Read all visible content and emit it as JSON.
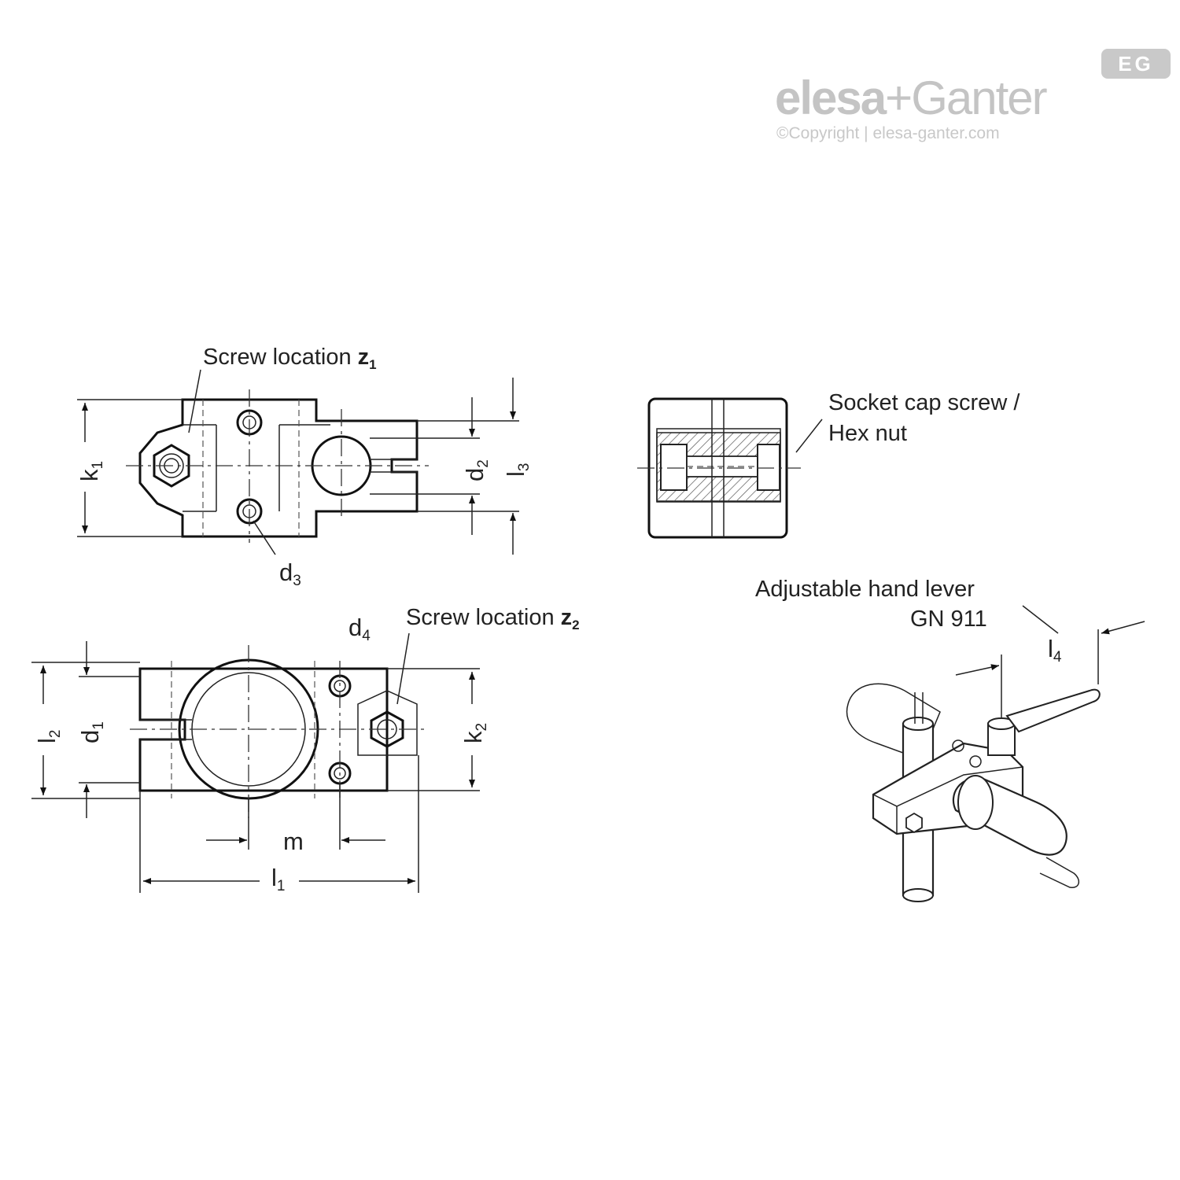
{
  "brand": {
    "badge": "EG",
    "name_part1": "elesa",
    "name_plus": "+",
    "name_part2": "Ganter",
    "copyright": "©Copyright | elesa-ganter.com"
  },
  "labels": {
    "screw_location_z1": "Screw location",
    "z1_var": "z",
    "z1_sub": "1",
    "screw_location_z2": "Screw location",
    "z2_var": "z",
    "z2_sub": "2",
    "socket_cap_line1": "Socket cap screw /",
    "socket_cap_line2": "Hex nut",
    "hand_lever_line1": "Adjustable hand lever",
    "hand_lever_line2": "GN 911"
  },
  "dimensions": {
    "k1": {
      "base": "k",
      "sub": "1"
    },
    "k2": {
      "base": "k",
      "sub": "2"
    },
    "d1": {
      "base": "d",
      "sub": "1"
    },
    "d2": {
      "base": "d",
      "sub": "2"
    },
    "d3": {
      "base": "d",
      "sub": "3"
    },
    "d4": {
      "base": "d",
      "sub": "4"
    },
    "l1": {
      "base": "l",
      "sub": "1"
    },
    "l2": {
      "base": "l",
      "sub": "2"
    },
    "l3": {
      "base": "l",
      "sub": "3"
    },
    "l4": {
      "base": "l",
      "sub": "4"
    },
    "m": {
      "base": "m"
    }
  }
}
